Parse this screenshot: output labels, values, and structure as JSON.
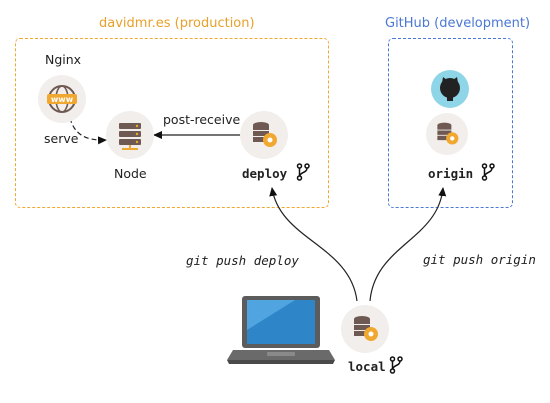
{
  "production": {
    "title": "davidmr.es (production)",
    "color": "#f0a830"
  },
  "development": {
    "title": "GitHub (development)",
    "color": "#4a78d4"
  },
  "nodes": {
    "nginx": "Nginx",
    "node": "Node",
    "deploy": "deploy",
    "origin": "origin",
    "local": "local"
  },
  "edges": {
    "serve": "serve",
    "post_receive": "post-receive",
    "push_deploy": "git push deploy",
    "push_origin": "git push origin"
  },
  "icons": {
    "nginx": "www-globe-icon",
    "node": "server-icon",
    "deploy": "database-gear-icon",
    "origin": "database-gear-icon",
    "github": "github-octocat-icon",
    "local": "database-gear-icon",
    "laptop": "laptop-icon",
    "branch": "git-branch-icon"
  }
}
